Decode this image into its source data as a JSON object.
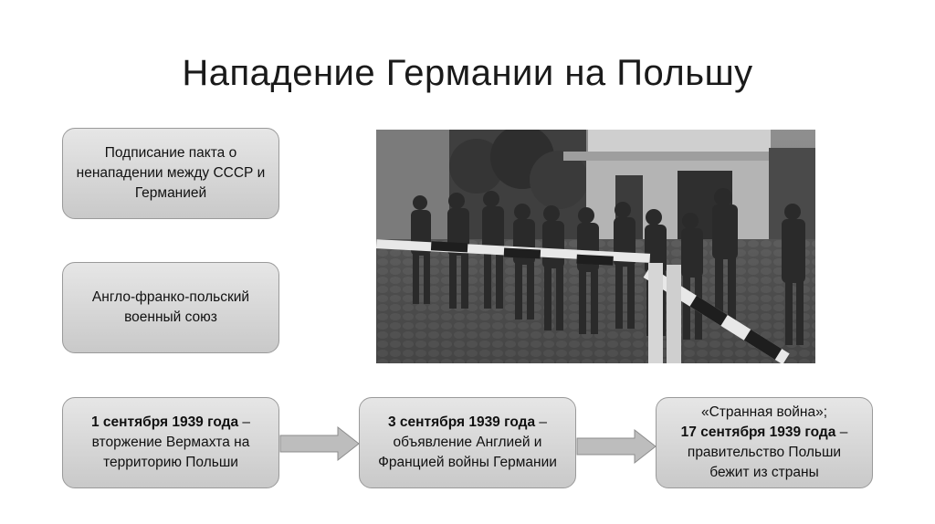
{
  "title": "Нападение Германии на Польшу",
  "boxes": {
    "pact": "Подписание пакта о ненападении между СССР и Германией",
    "alliance": "Англо-франко-польский военный союз",
    "invasion": {
      "date": "1 сентября 1939 года",
      "text": " – вторжение Вермахта на территорию Польши"
    },
    "declaration": {
      "date": "3 сентября 1939 года",
      "text": " – объявление Англией и Францией войны Германии"
    },
    "phoney": {
      "line1": "«Странная война»;",
      "date": "17 сентября 1939 года",
      "text": " – правительство Польши бежит из страны"
    }
  },
  "colors": {
    "box_top": "#e6e6e6",
    "box_bottom": "#c9c9c9",
    "arrow": "#bdbdbd"
  }
}
